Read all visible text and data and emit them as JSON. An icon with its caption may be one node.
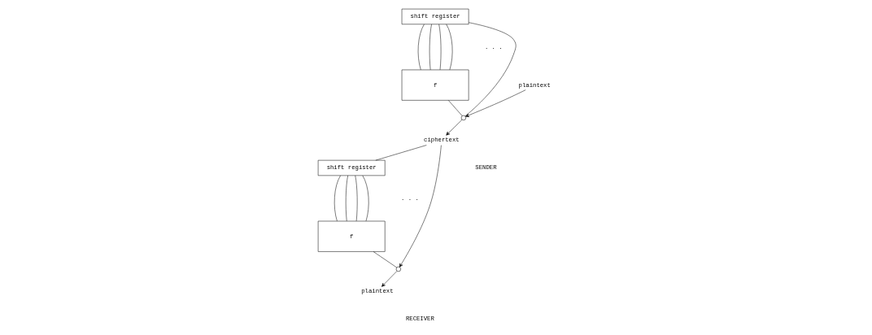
{
  "diagram": {
    "nodes": [
      {
        "text": [
          "shift register"
        ]
      },
      {
        "text": [
          "f"
        ]
      },
      {
        "text": [],
        "shape": "circle"
      },
      {
        "text": [
          "plaintext"
        ]
      },
      {
        "text": [
          "ciphertext"
        ]
      },
      {
        "text": [
          "shift register"
        ]
      },
      {
        "text": [
          "f"
        ]
      },
      {
        "text": [],
        "shape": "circle"
      },
      {
        "text": [
          "plaintext"
        ]
      }
    ],
    "edges": [
      {
        "from": 0,
        "to": 1,
        "arrow": "none"
      },
      {
        "from": 0,
        "to": 1,
        "arrow": "none"
      },
      {
        "from": 0,
        "to": 1,
        "arrow": "none"
      },
      {
        "from": 0,
        "to": 1,
        "arrow": "none"
      },
      {
        "from": 1,
        "to": 2,
        "arrow": "none"
      },
      {
        "from": 3,
        "to": 2,
        "arrow": "to"
      },
      {
        "from": 2,
        "to": 4,
        "arrow": "to"
      },
      {
        "from": 2,
        "to": 0,
        "arrow": "none"
      },
      {
        "from": 5,
        "to": 6,
        "arrow": "none"
      },
      {
        "from": 5,
        "to": 6,
        "arrow": "none"
      },
      {
        "from": 5,
        "to": 6,
        "arrow": "none"
      },
      {
        "from": 5,
        "to": 6,
        "arrow": "none"
      },
      {
        "from": 6,
        "to": 7,
        "arrow": "none"
      },
      {
        "from": 4,
        "to": 7,
        "arrow": "to"
      },
      {
        "from": 4,
        "to": 5,
        "arrow": "none"
      },
      {
        "from": 7,
        "to": 8,
        "arrow": "to"
      }
    ],
    "labels": [
      ". . .",
      ". . .",
      "SENDER",
      "RECEIVER"
    ]
  }
}
